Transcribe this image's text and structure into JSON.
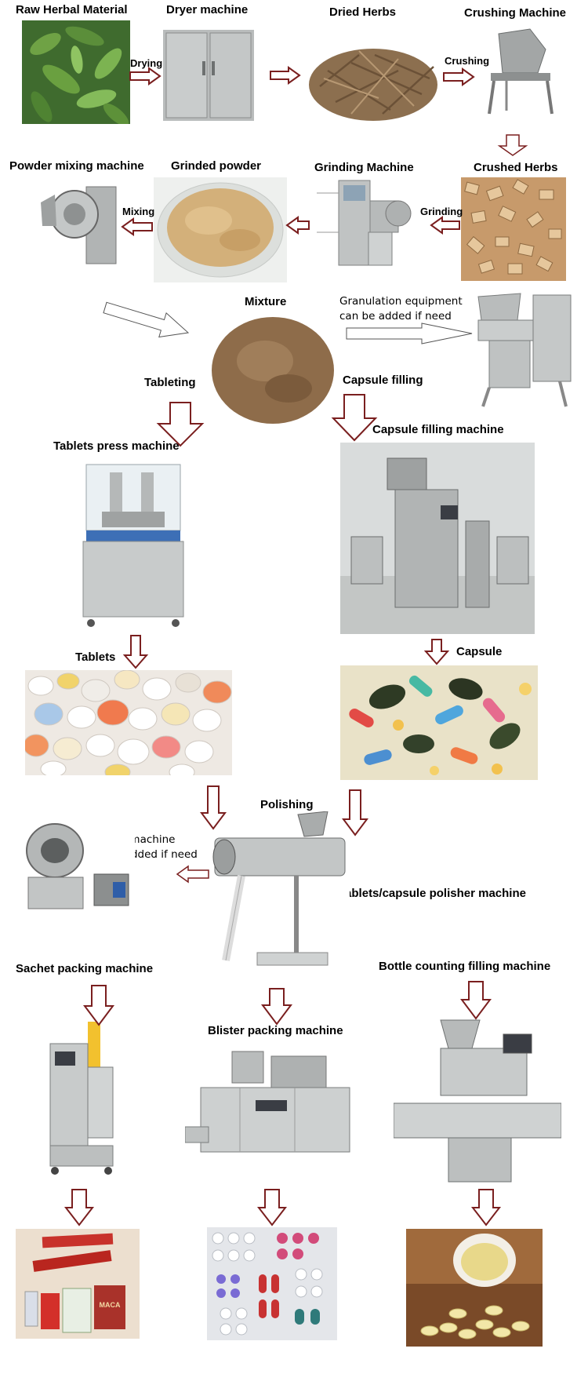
{
  "labels": {
    "raw_herbal_material": "Raw Herbal Material",
    "dryer_machine": "Dryer machine",
    "dried_herbs": "Dried Herbs",
    "crushing_machine": "Crushing Machine",
    "powder_mixing_machine": "Powder mixing machine",
    "grinded_powder": "Grinded powder",
    "grinding_machine": "Grinding Machine",
    "crushed_herbs": "Crushed Herbs",
    "mixture": "Mixture",
    "granulation_line1": "Granulation equipment",
    "granulation_line2": "can be added if need",
    "tableting": "Tableting",
    "capsule_filling": "Capsule filling",
    "tablets_press_machine": "Tablets press machine",
    "capsule_filling_machine": "Capsule filling machine",
    "tablets": "Tablets",
    "capsule": "Capsule",
    "polishing": "Polishing",
    "coating_line1": "Coating machine",
    "coating_line2": "can be added if need",
    "polisher_machine": "Tablets/capsule polisher machine",
    "sachet_packing_machine": "Sachet packing machine",
    "blister_packing_machine": "Blister packing machine",
    "bottle_counting_filling_machine": "Bottle counting filling machine"
  },
  "arrow_labels": {
    "drying": "Drying",
    "crushing": "Crushing",
    "mixing": "Mixing",
    "grinding": "Grinding"
  },
  "product_text": {
    "sachet_brand": "MACA"
  },
  "colors": {
    "arrow_outline": "#7a1f1f",
    "arrow_outline_grey": "#555555",
    "text": "#000000"
  }
}
